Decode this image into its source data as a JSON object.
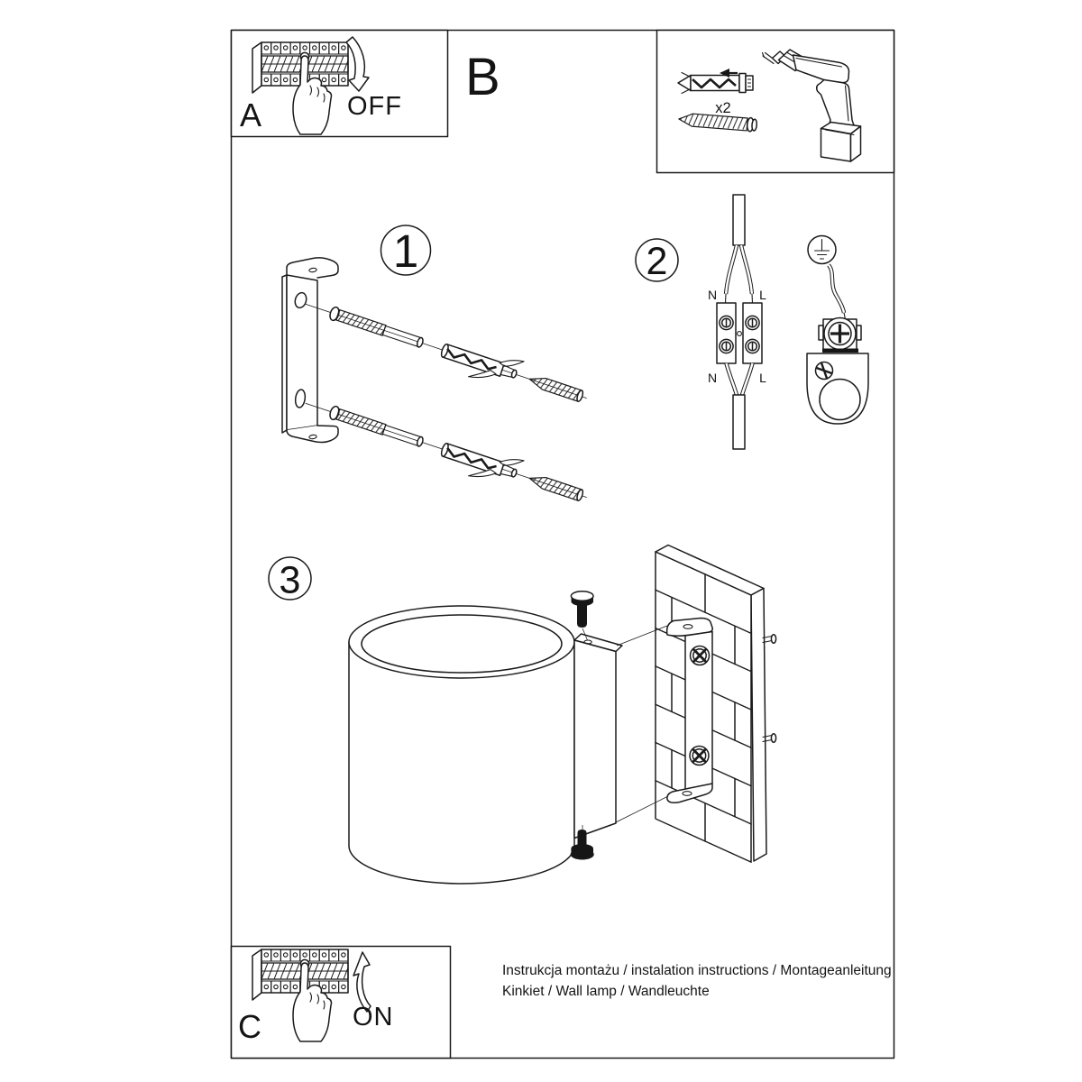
{
  "page": {
    "background": "#ffffff",
    "ink": "#1b1b1b"
  },
  "panels": {
    "a": {
      "label": "A",
      "action": "OFF",
      "icon": "circuit-breaker-switch-off"
    },
    "b": {
      "label": "B",
      "quantity": "x2",
      "icons": [
        "wall-plug",
        "screw",
        "drill"
      ]
    },
    "c": {
      "label": "C",
      "action": "ON",
      "icon": "circuit-breaker-switch-on"
    }
  },
  "steps": {
    "one": {
      "number": "1",
      "content": "mounting bracket with screws and wall anchors"
    },
    "two": {
      "number": "2",
      "labels": {
        "top_n": "N",
        "top_l": "L",
        "bottom_n": "N",
        "bottom_l": "L"
      },
      "content": "terminal block wiring and earth ground terminal"
    },
    "three": {
      "number": "3",
      "content": "cylinder lamp body fixed to wall bracket"
    }
  },
  "footer": {
    "line1": "Instrukcja montażu / instalation instructions / Montageanleitung",
    "line2": "Kinkiet / Wall lamp / Wandleuchte"
  }
}
